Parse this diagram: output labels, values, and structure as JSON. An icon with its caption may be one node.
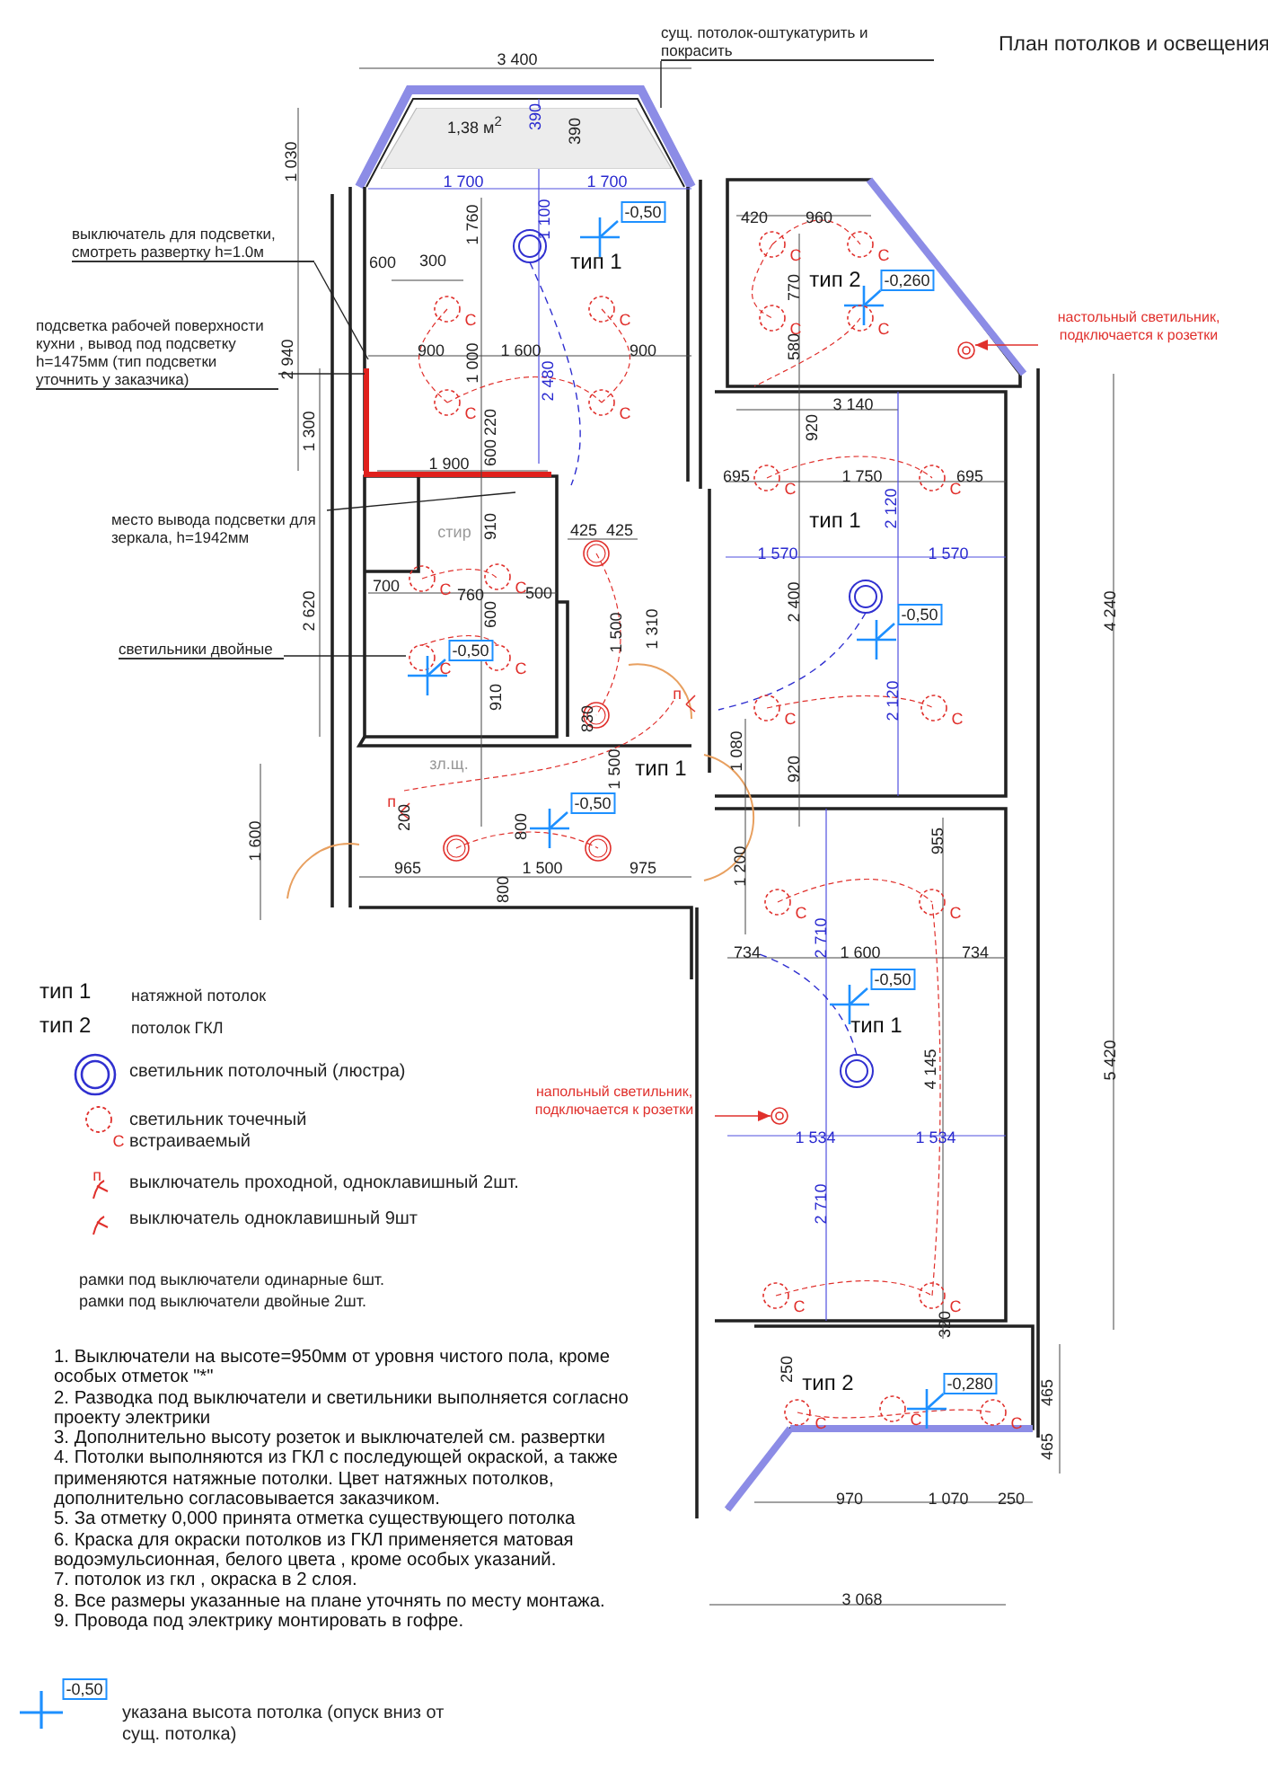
{
  "diagram": {
    "title": "План потолков и освещения",
    "nodes": [
      {
        "text": [
          "сущ. потолок-оштукатурить и покрасить"
        ]
      },
      {
        "text": [
          "выключатель для подсветки, смотреть развертку h=1.0м"
        ]
      },
      {
        "text": [
          "настольный светильник, подключается к розетки"
        ]
      },
      {
        "text": [
          "подсветка рабочей поверхности кухни , вывод под подсветку h=1475мм (тип подсветки уточнить у заказчика)"
        ]
      },
      {
        "text": [
          "место вывода подсветки для зеркала, h=1942мм"
        ]
      },
      {
        "text": [
          "светильники двойные"
        ]
      },
      {
        "text": [
          "напольный светильник, подключается к розетки"
        ]
      },
      {
        "text": [
          "1,38 м$^{2}$"
        ]
      },
      {
        "text": [],
        "shape": "circle"
      },
      {
        "text": [],
        "shape": "circle"
      }
    ],
    "edges": [
      {
        "from": 0,
        "to": 7,
        "arrow": "none"
      },
      {
        "from": 1,
        "to": null,
        "arrow": "none"
      },
      {
        "from": 2,
        "to": 8,
        "arrow": "to",
        "color": "#e0302c"
      },
      {
        "from": 3,
        "to": null,
        "arrow": "none"
      },
      {
        "from": 4,
        "to": null,
        "arrow": "none"
      },
      {
        "from": 5,
        "to": null,
        "arrow": "none"
      },
      {
        "from": 6,
        "to": 9,
        "arrow": "to",
        "color": "#e0302c"
      }
    ],
    "labels": [
      "3 400",
      "390",
      "390",
      "1 030",
      "1 700",
      "1 700",
      "1 760",
      "1 100",
      "-0,50",
      "420",
      "960",
      "600",
      "300",
      "тип 1",
      "С",
      "С",
      "770",
      "тип 2",
      "-0,260",
      "С",
      "С",
      "С",
      "С",
      "2 940",
      "900",
      "1 000",
      "1 600",
      "2 480",
      "900",
      "580",
      "3 140",
      "1 300",
      "С",
      "220",
      "С",
      "920",
      "1 900",
      "600",
      "695",
      "С",
      "1 750",
      "С",
      "695",
      "стир",
      "910",
      "425",
      "425",
      "тип 1",
      "2 120",
      "1 570",
      "1 570",
      "700",
      "С",
      "760",
      "С",
      "500",
      "2 620",
      "600",
      "1 500",
      "1 310",
      "2 400",
      "-0,50",
      "4 240",
      "С",
      "-0,50",
      "С",
      "910",
      "830",
      "п",
      "С",
      "2 120",
      "С",
      "зл.щ.",
      "1 500",
      "тип 1",
      "1 080",
      "920",
      "п",
      "200",
      "-0,50",
      "1 600",
      "800",
      "955",
      "965",
      "1 500",
      "975",
      "1 200",
      "800",
      "С",
      "С",
      "734",
      "2 710",
      "1 600",
      "734",
      "-0,50",
      "тип 1",
      "натяжной потолок",
      "тип 2",
      "потолок ГКЛ",
      "тип 1",
      "4 145",
      "5 420",
      "С",
      "1 534",
      "1 534",
      "п",
      "2 710",
      "рамки под выключатели одинарные 6шт.",
      "рамки под выключатели двойные 2шт.",
      "С",
      "320",
      "С",
      "1. Выключатели на высоте=950мм от уровня чистого пола, кроме особых отметок \"*\"",
      "2. Разводка под выключатели и светильники выполняется согласно проекту электрики",
      "3. Дополнительно высоту розеток и выключателей см. развертки",
      "4. Потолки выполняются из ГКЛ с последующей окраской, а также применяются натяжные потолки. Цвет натяжных потолков,  дополнительно согласовывается заказчиком.",
      "5. За отметку 0,000 принята отметка существующего потолка",
      "6. Краска для окраски потолков из ГКЛ применяется матовая водоэмульсионная, белого цвета , кроме особых указаний.",
      "7. потолок из гкл , окраска в 2 слоя.",
      "8. Все размеры указанные на плане уточнять по месту монтажа.",
      "9. Провода под электрику монтировать в гофре.",
      "250",
      "тип 2",
      "-0,280",
      "465",
      "С",
      "С",
      "С",
      "465",
      "970",
      "1 070",
      "250",
      "3 068",
      "-0,50"
    ],
    "legend": [
      {
        "text": "светильник потолочный (люстра)"
      },
      {
        "text": "светильник точечный встраиваемый"
      },
      {
        "text": "выключатель проходной, одноклавишный 2шт."
      },
      {
        "text": "выключатель одноклавишный 9шт"
      },
      {
        "text": "указана высота потолка (опуск вниз от сущ. потолка)"
      }
    ]
  }
}
